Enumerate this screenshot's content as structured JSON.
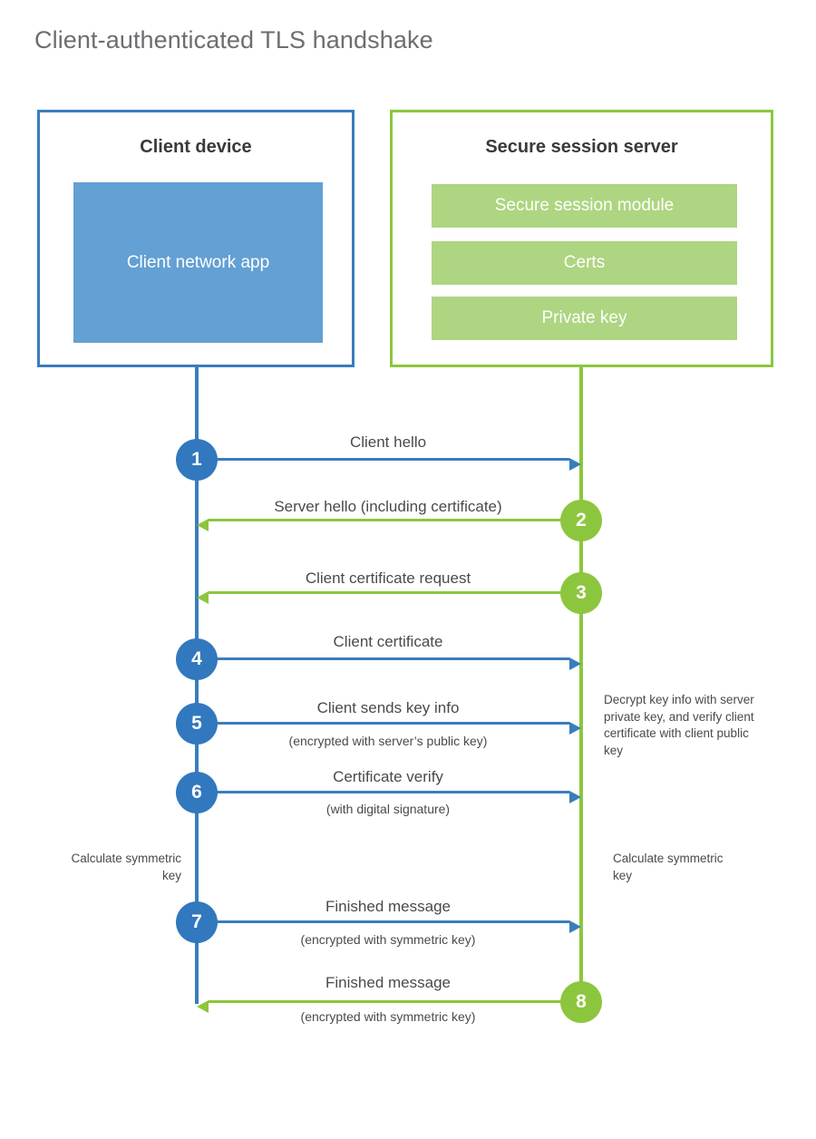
{
  "diagram": {
    "title": "Client-authenticated TLS handshake",
    "colors": {
      "client_blue": "#3a7dbd",
      "client_app_fill": "#63a0d4",
      "step_blue": "#3178be",
      "server_green": "#8cc63e",
      "server_bar_fill": "#aed581",
      "title_gray": "#6d6e71",
      "text_gray": "#4a4a4c"
    },
    "entities": [
      {
        "id": "client",
        "title": "Client device",
        "components": [
          "Client network app"
        ]
      },
      {
        "id": "server",
        "title": "Secure session server",
        "components": [
          "Secure session module",
          "Certs",
          "Private key"
        ]
      }
    ],
    "messages": [
      {
        "step": "1",
        "label": "Client hello",
        "sublabel": "",
        "direction": "client-to-server",
        "circle_side": "client",
        "circle_color": "blue"
      },
      {
        "step": "2",
        "label": "Server hello (including certificate)",
        "sublabel": "",
        "direction": "server-to-client",
        "circle_side": "server",
        "circle_color": "green"
      },
      {
        "step": "3",
        "label": "Client certificate request",
        "sublabel": "",
        "direction": "server-to-client",
        "circle_side": "server",
        "circle_color": "green"
      },
      {
        "step": "4",
        "label": "Client certificate",
        "sublabel": "",
        "direction": "client-to-server",
        "circle_side": "client",
        "circle_color": "blue"
      },
      {
        "step": "5",
        "label": "Client sends key info",
        "sublabel": "(encrypted with server’s public key)",
        "direction": "client-to-server",
        "circle_side": "client",
        "circle_color": "blue"
      },
      {
        "step": "6",
        "label": "Certificate verify",
        "sublabel": "(with digital signature)",
        "direction": "client-to-server",
        "circle_side": "client",
        "circle_color": "blue"
      },
      {
        "step": "7",
        "label": "Finished message",
        "sublabel": "(encrypted with symmetric key)",
        "direction": "client-to-server",
        "circle_side": "client",
        "circle_color": "blue"
      },
      {
        "step": "8",
        "label": "Finished message",
        "sublabel": "(encrypted with symmetric key)",
        "direction": "server-to-client",
        "circle_side": "server",
        "circle_color": "green"
      }
    ],
    "annotations": {
      "server_decrypt": "Decrypt key info with server private key, and verify client certificate with client public key",
      "client_calculate": "Calculate symmetric key",
      "server_calculate": "Calculate symmetric key"
    }
  }
}
